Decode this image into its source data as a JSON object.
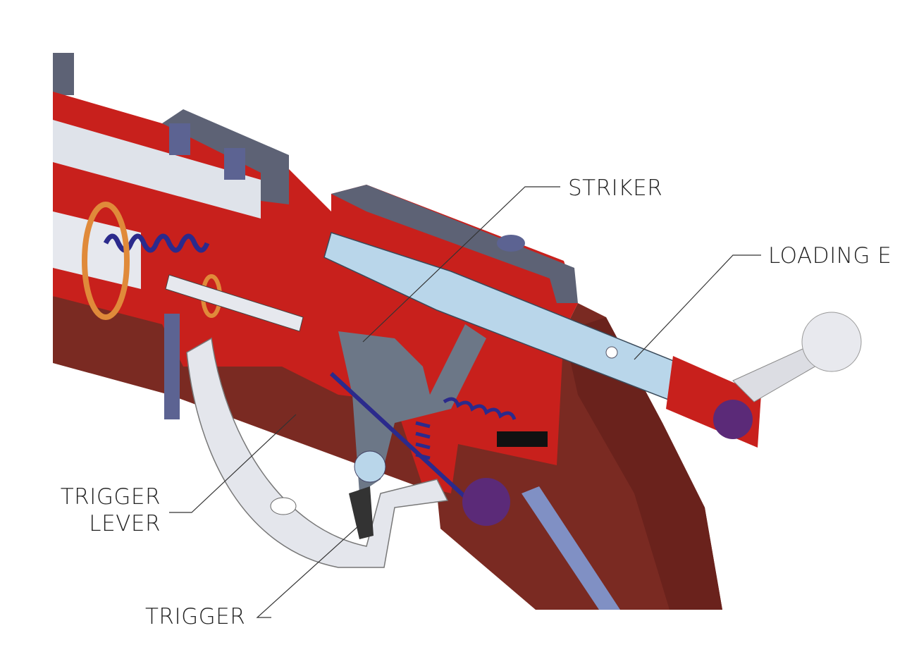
{
  "labels": {
    "striker": "STRIKER",
    "loading": "LOADING E",
    "trigger_lever_line1": "TRIGGER",
    "trigger_lever_line2": "LEVER",
    "trigger": "TRIGGER"
  },
  "colors": {
    "receiver_red": "#c8201c",
    "stock_brown": "#7a2a22",
    "blocks_gray": "#5d6275",
    "bolt_blue": "#b9d6ea",
    "guard_silver": "#e4e6ec",
    "spring_blue": "#2b2a8c",
    "knob_purple": "#5b2a78",
    "orange_ring": "#e08a3a"
  }
}
